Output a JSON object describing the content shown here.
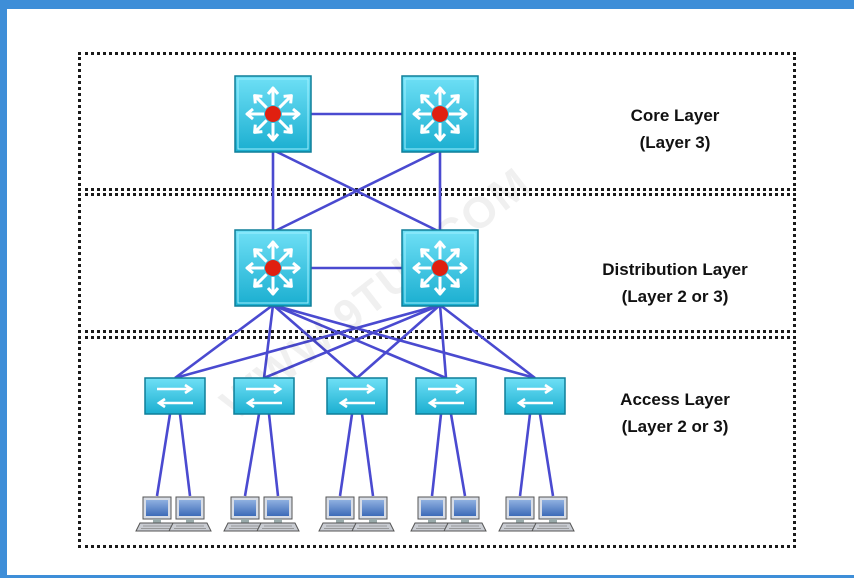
{
  "layers": {
    "core": {
      "name": "Core Layer",
      "sub": "(Layer 3)"
    },
    "distribution": {
      "name": "Distribution Layer",
      "sub": "(Layer 2 or 3)"
    },
    "access": {
      "name": "Access Layer",
      "sub": "(Layer 2 or 3)"
    }
  },
  "watermark": "WWW.9TUT.COM",
  "colors": {
    "frame": "#3e8ed8",
    "link": "#4a4ad0",
    "device": "#29c3e3",
    "router_dot": "#e02010"
  },
  "icons": {
    "multilayer_switch": "multilayer-switch-icon",
    "workgroup_switch": "workgroup-switch-icon",
    "workstation": "computer-icon"
  }
}
